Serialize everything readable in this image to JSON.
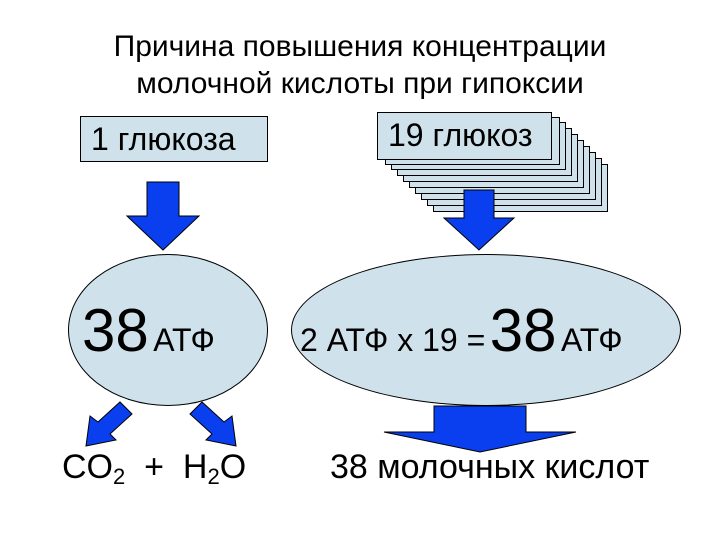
{
  "title": {
    "line1": "Причина повышения концентрации",
    "line2": "молочной кислоты при гипоксии"
  },
  "left": {
    "box_label": "1 глюкоза",
    "atp_number": "38",
    "atp_unit": "АТФ",
    "product": {
      "co": "CO",
      "co_sub": "2",
      "plus": "+",
      "h": "H",
      "h_sub": "2",
      "o": "O"
    }
  },
  "right": {
    "box_label": "19 глюкоз",
    "formula": "2 АТФ х 19 =",
    "atp_number": "38",
    "atp_unit": "АТФ",
    "product": "38 молочных кислот"
  },
  "colors": {
    "fill": "#cfe2ec",
    "arrow": "#0a3ff0",
    "outline": "#000000"
  }
}
